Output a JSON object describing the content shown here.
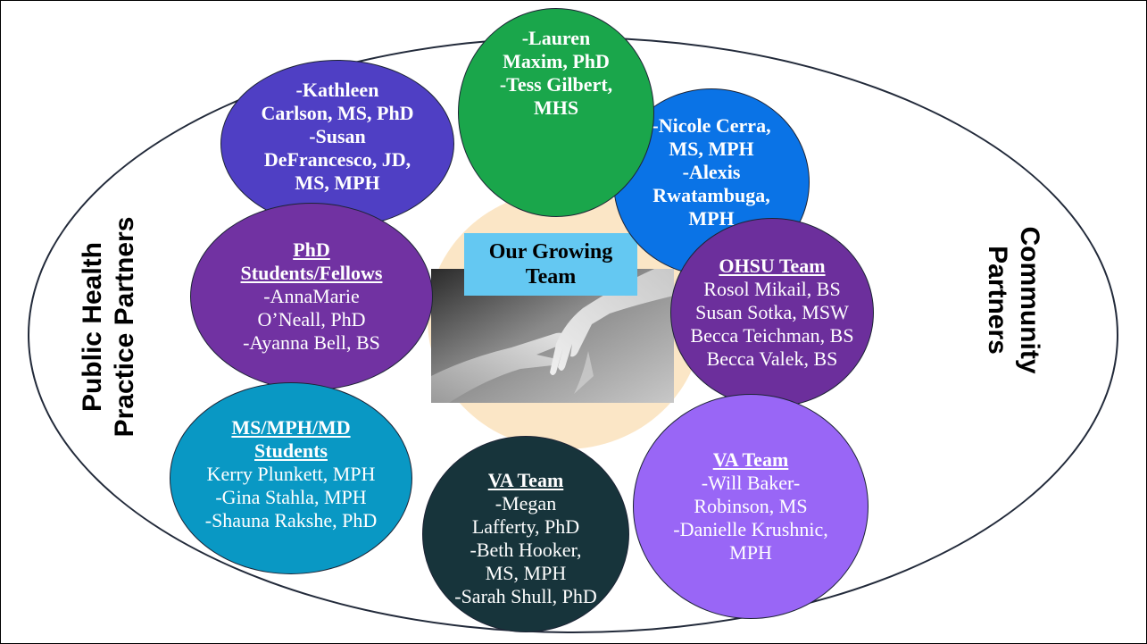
{
  "side_labels": {
    "left": [
      "Public Health",
      "Practice Partners"
    ],
    "right": [
      "Community",
      "Partners"
    ]
  },
  "center": {
    "title": [
      "Our Growing",
      "Team"
    ]
  },
  "bubbles": {
    "lauren": [
      "-Lauren",
      "Maxim, PhD",
      "-Tess Gilbert,",
      "MHS"
    ],
    "kathleen": [
      "-Kathleen",
      "Carlson, MS, PhD",
      "-Susan",
      "DeFrancesco, JD,",
      "MS, MPH"
    ],
    "nicole": [
      "-Nicole Cerra,",
      "MS, MPH",
      "-Alexis",
      "Rwatambuga,",
      "MPH"
    ],
    "phd": {
      "heading": [
        "PhD",
        "Students/Fellows"
      ],
      "lines": [
        "-AnnaMarie",
        "O’Neall, PhD",
        "-Ayanna Bell, BS"
      ]
    },
    "ohsu": {
      "heading": [
        "OHSU Team"
      ],
      "lines": [
        "Rosol Mikail, BS",
        "Susan Sotka, MSW",
        "Becca Teichman, BS",
        "Becca Valek, BS"
      ]
    },
    "msmph": {
      "heading": [
        "MS/MPH/MD",
        "Students"
      ],
      "lines": [
        "Kerry Plunkett, MPH",
        "-Gina Stahla, MPH",
        "-Shauna Rakshe, PhD"
      ]
    },
    "va_right": {
      "heading": [
        "VA Team"
      ],
      "lines": [
        "-Will Baker-",
        "Robinson, MS",
        "-Danielle Krushnic,",
        "MPH"
      ]
    },
    "va_bottom": {
      "heading": [
        "VA Team"
      ],
      "lines": [
        "-Megan",
        "Lafferty, PhD",
        "-Beth Hooker,",
        "MS, MPH",
        "-Sarah Shull, PhD"
      ]
    }
  },
  "colors": {
    "lauren": "#1aa64b",
    "kathleen": "#4f3fc4",
    "nicole": "#0a73e6",
    "phd": "#7132a2",
    "ohsu": "#6c2f9c",
    "msmph": "#0998c4",
    "va_right": "#9966f6",
    "va_bottom": "#17343b",
    "center_disc": "#fbe6c6",
    "center_title_bg": "#64c8f2"
  }
}
